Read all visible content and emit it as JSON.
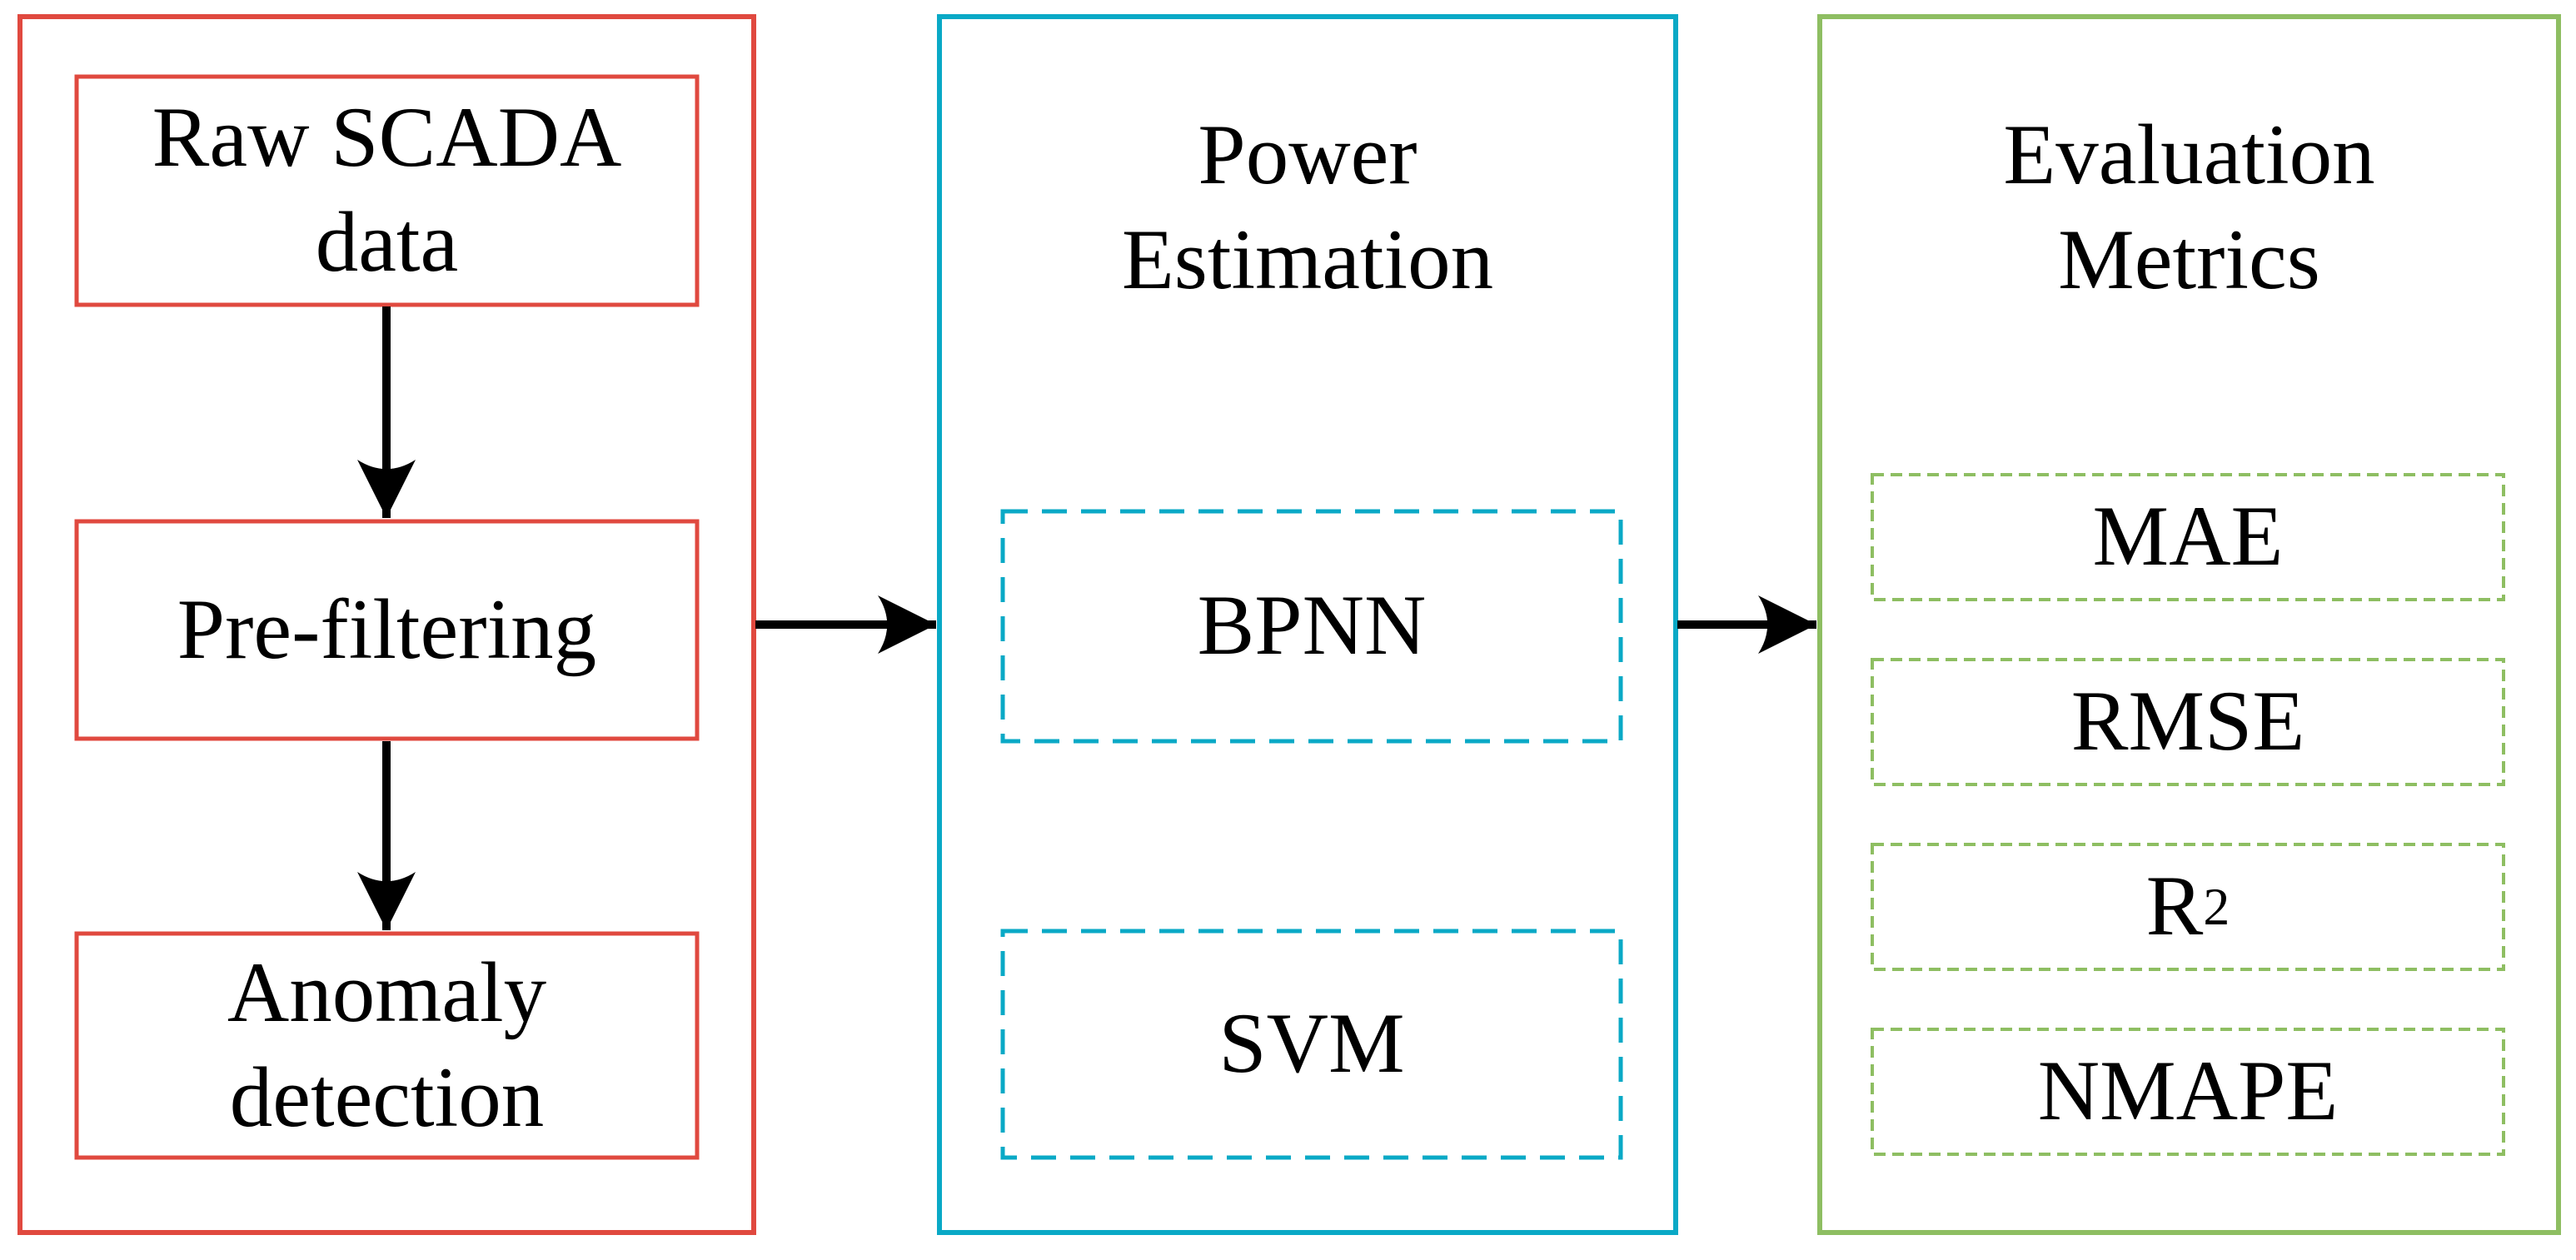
{
  "colors": {
    "red": "#e0493f",
    "cyan": "#0aa9c6",
    "green": "#8ebe62",
    "arrow": "#000000",
    "text": "#000000",
    "background": "#ffffff"
  },
  "left_panel": {
    "steps": [
      "Raw SCADA\ndata",
      "Pre-filtering",
      "Anomaly\ndetection"
    ]
  },
  "middle_panel": {
    "title": "Power\nEstimation",
    "models": [
      "BPNN",
      "SVM"
    ]
  },
  "right_panel": {
    "title": "Evaluation\nMetrics",
    "metrics": [
      {
        "label": "MAE"
      },
      {
        "label": "RMSE"
      },
      {
        "label": "R",
        "sup": "2"
      },
      {
        "label": "NMAPE"
      }
    ]
  }
}
